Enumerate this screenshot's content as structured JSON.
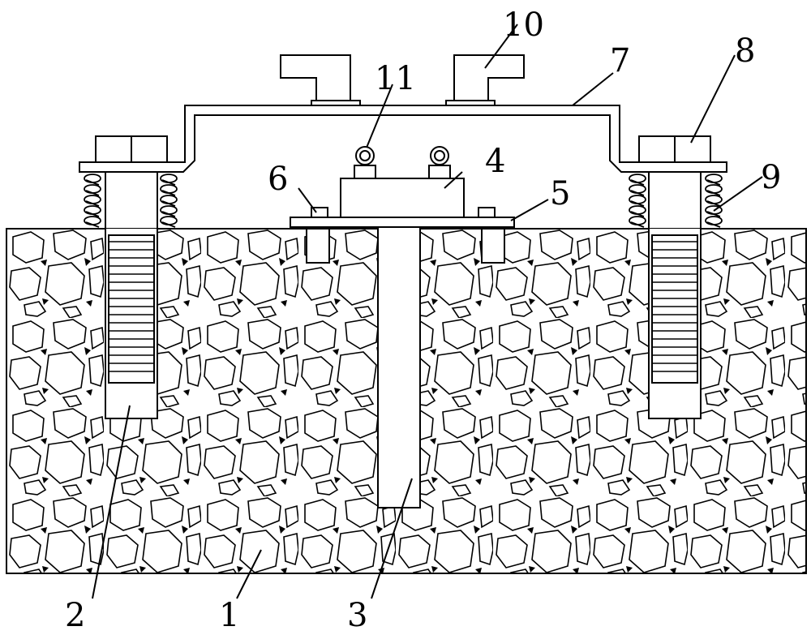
{
  "figure": {
    "labels": {
      "l1": "1",
      "l2": "2",
      "l3": "3",
      "l4": "4",
      "l5": "5",
      "l6": "6",
      "l7": "7",
      "l8": "8",
      "l9": "9",
      "l10": "10",
      "l11": "11"
    },
    "colors": {
      "line": "#000000",
      "background": "#ffffff"
    }
  }
}
